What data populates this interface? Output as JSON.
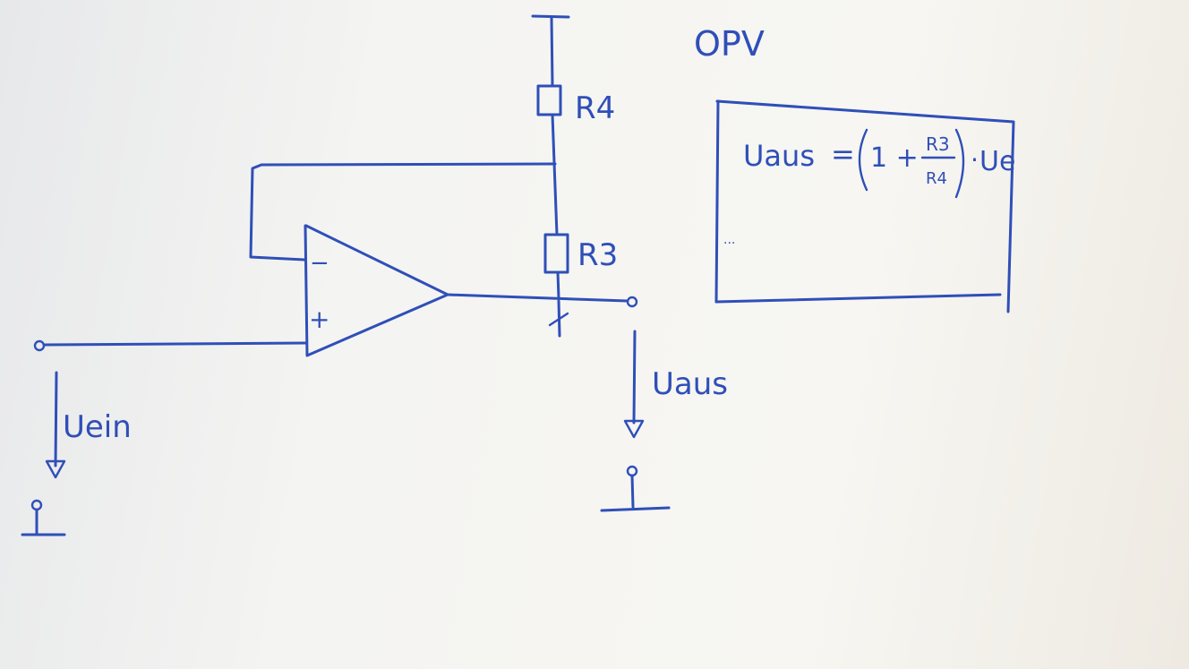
{
  "title": "OPV",
  "labels": {
    "r4": "R4",
    "r3": "R3",
    "minus": "−",
    "plus": "+",
    "u_ein": "Uein",
    "u_aus": "Uaus"
  },
  "formula": {
    "lhs": "Uaus",
    "eq": "=",
    "one_plus": "1 +",
    "num": "R3",
    "den": "R4",
    "times": "·",
    "rhs": "Ue",
    "note": "..."
  },
  "colors": {
    "ink": "#2f4fb8",
    "paper": "#f4f4f2"
  }
}
